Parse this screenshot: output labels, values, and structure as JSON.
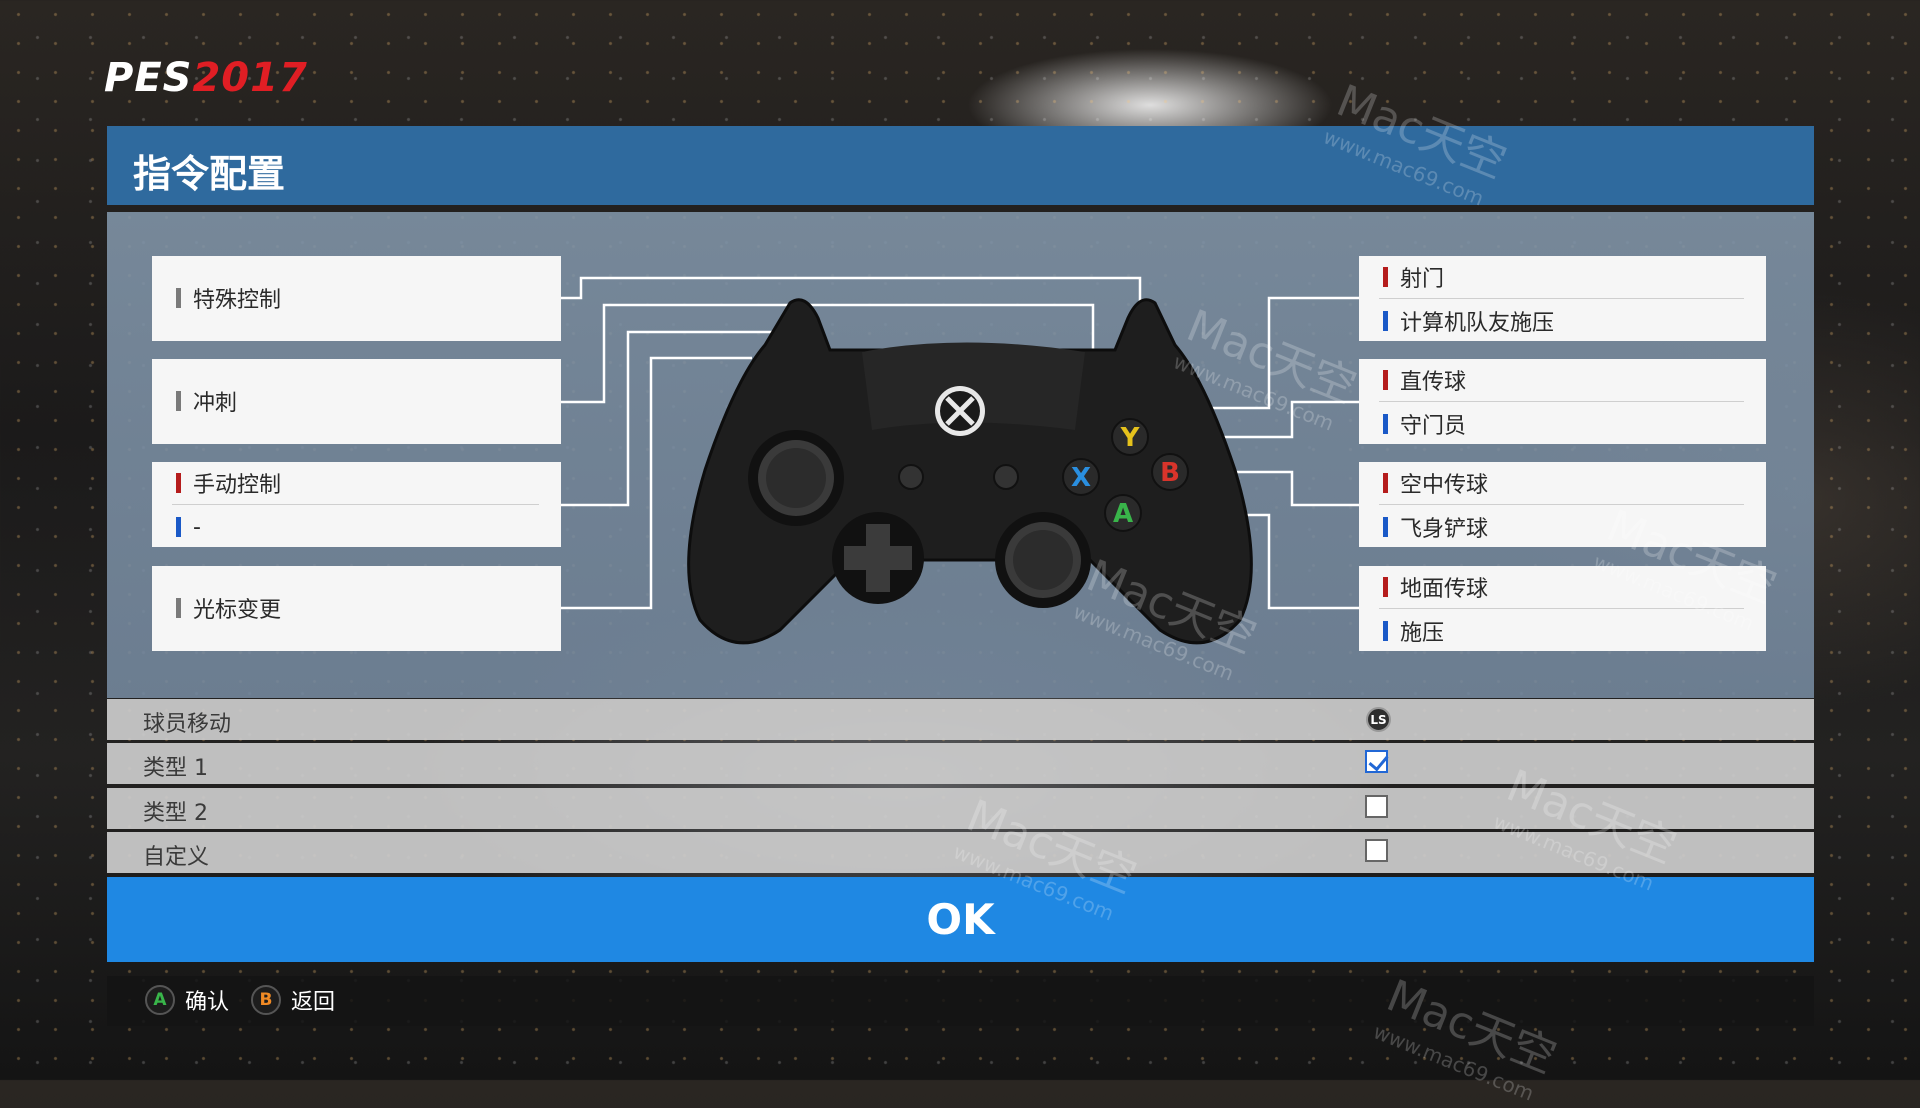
{
  "game": {
    "logo_part1": "PES",
    "logo_part2": "2017"
  },
  "screen": {
    "title": "指令配置"
  },
  "left_labels": [
    {
      "lines": [
        {
          "color": "gray",
          "text": "特殊控制"
        }
      ]
    },
    {
      "lines": [
        {
          "color": "gray",
          "text": "冲刺"
        }
      ]
    },
    {
      "lines": [
        {
          "color": "red",
          "text": "手动控制"
        },
        {
          "color": "blue",
          "text": "-"
        }
      ]
    },
    {
      "lines": [
        {
          "color": "gray",
          "text": "光标变更"
        }
      ]
    }
  ],
  "right_labels": [
    {
      "lines": [
        {
          "color": "red",
          "text": "射门"
        },
        {
          "color": "blue",
          "text": "计算机队友施压"
        }
      ]
    },
    {
      "lines": [
        {
          "color": "red",
          "text": "直传球"
        },
        {
          "color": "blue",
          "text": "守门员"
        }
      ]
    },
    {
      "lines": [
        {
          "color": "red",
          "text": "空中传球"
        },
        {
          "color": "blue",
          "text": "飞身铲球"
        }
      ]
    },
    {
      "lines": [
        {
          "color": "red",
          "text": "地面传球"
        },
        {
          "color": "blue",
          "text": "施压"
        }
      ]
    }
  ],
  "controller": {
    "face_buttons": {
      "y": "Y",
      "x": "X",
      "b": "B",
      "a": "A"
    },
    "button_colors": {
      "y": "#e6c21c",
      "x": "#2a8fe0",
      "b": "#d9342b",
      "a": "#39b54a"
    }
  },
  "settings": {
    "player_move_label": "球员移动",
    "ls_icon": "LS",
    "options": [
      {
        "label": "类型 1",
        "checked": true
      },
      {
        "label": "类型 2",
        "checked": false
      },
      {
        "label": "自定义",
        "checked": false
      }
    ]
  },
  "ok_button": "OK",
  "footer": {
    "confirm_icon": "A",
    "confirm_label": "确认",
    "back_icon": "B",
    "back_label": "返回"
  },
  "watermark": {
    "text": "Mac天空",
    "url": "www.mac69.com"
  },
  "colors": {
    "accent_blue": "#1f88e3",
    "title_bar": "#2f6a9e",
    "red_marker": "#b51c1c",
    "blue_marker": "#1a59c7"
  }
}
